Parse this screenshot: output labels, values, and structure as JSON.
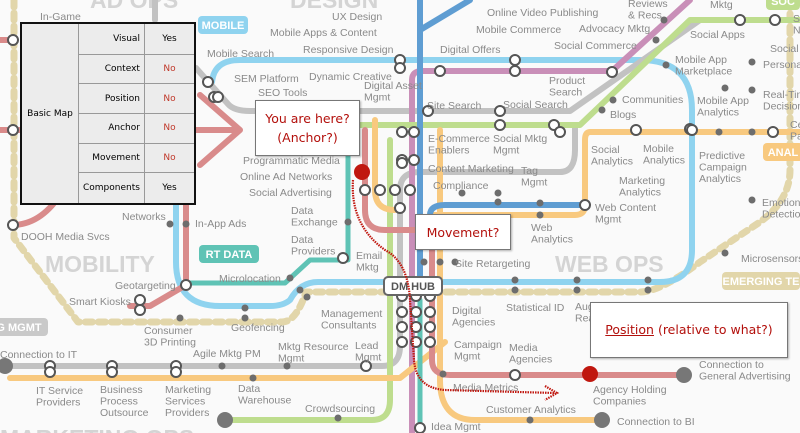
{
  "colors": {
    "light_blue": "#8fd3ef",
    "gray": "#c2c2c2",
    "pink": "#c98fb8",
    "green": "#bedd8e",
    "orange": "#f8c97f",
    "red": "#d98b8b",
    "teal": "#5fc3b5",
    "blue": "#5f9dd2",
    "tan": "#e2d6aa",
    "annotation_red": "#c0170f"
  },
  "regions": [
    "AD OPS",
    "DESIGN",
    "MOBILITY",
    "WEB OPS",
    "MARKETING OPS"
  ],
  "badges": [
    "MOBILE",
    "RT DATA",
    "DM HUB",
    "ANAL",
    "EMERGING TE",
    "G MGMT",
    "SOC"
  ],
  "stations": [
    "In-Game",
    "Mobile Search",
    "SEM Platform",
    "SEO Tools",
    "UX Design",
    "Mobile Apps & Content",
    "Responsive Design",
    "Dynamic Creative",
    "Digital Asset\nMgmt",
    "Online Video Publishing",
    "Mobile Commerce",
    "Digital Offers",
    "Reviews\n& Recs",
    "Advocacy Mktg",
    "Social Commerce",
    "Mktg",
    "Social Apps",
    "Social\nNet",
    "Social T",
    "Persona",
    "Real-Tim\nDecision",
    "Mobile App\nMarketplace",
    "Product\nSearch",
    "Site Search",
    "Social Search",
    "Communities",
    "Blogs",
    "Mobile App\nAnalytics",
    "Cen\nPan",
    "E-Commerce\nEnablers",
    "Social Mktg\nMgmt",
    "Social\nAnalytics",
    "Mobile\nAnalytics",
    "Predictive\nCampaign\nAnalytics",
    "Content Marketing",
    "Tag\nMgmt",
    "Compliance",
    "Marketing\nAnalytics",
    "Web Content\nMgmt",
    "Emotion\nDetection",
    "Web\nAnalytics",
    "Microsensors",
    "Site Retargeting",
    "Statistical ID",
    "Aug\nRea",
    "Digital\nAgencies",
    "Campaign\nMgmt",
    "Media\nAgencies",
    "Connection to\nGeneral Advertising",
    "Media Metrics",
    "Agency Holding\nCompanies",
    "Customer Analytics",
    "Connection to BI",
    "Idea Mgmt",
    "Programmatic Media",
    "Online Ad Networks",
    "Social Advertising",
    "Networks",
    "In-App Ads",
    "Data\nExchange",
    "Data\nProviders",
    "Email\nMktg",
    "DOOH Media Svcs",
    "Geotargeting",
    "Smart Kiosks",
    "Microlocation",
    "Management\nConsultants",
    "Consumer\n3D Printing",
    "Geofencing",
    "Connection to IT",
    "Agile Mktg PM",
    "Mktg Resource\nMgmt",
    "Lead\nMgmt",
    "IT Service\nProviders",
    "Business\nProcess\nOutsource",
    "Marketing\nServices\nProviders",
    "Data\nWarehouse",
    "Crowdsourcing"
  ],
  "table": {
    "row_header": "Basic Map",
    "rows": [
      {
        "key": "Visual",
        "value": "Yes"
      },
      {
        "key": "Context",
        "value": "No"
      },
      {
        "key": "Position",
        "value": "No"
      },
      {
        "key": "Anchor",
        "value": "No"
      },
      {
        "key": "Movement",
        "value": "No"
      },
      {
        "key": "Components",
        "value": "Yes"
      }
    ]
  },
  "callouts": {
    "anchor": [
      "You are here?",
      "(Anchor?)"
    ],
    "movement": "Movement?",
    "position_word": "Position",
    "position_rest": " (relative to what?)"
  }
}
